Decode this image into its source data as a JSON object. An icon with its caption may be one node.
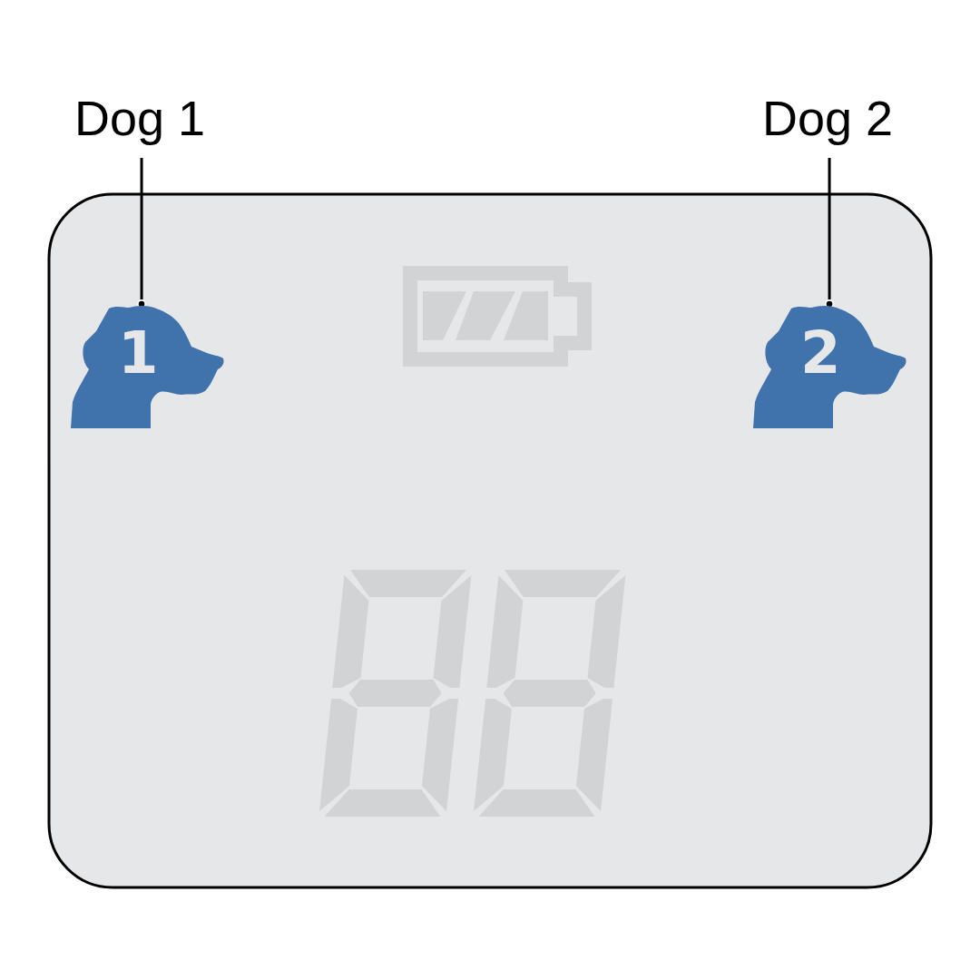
{
  "diagram": {
    "nodes": [
      {
        "text": [
          "Dog 1"
        ]
      },
      {
        "text": [
          "Dog 2"
        ]
      },
      {
        "text": [
          "1"
        ]
      },
      {
        "text": [
          "2"
        ]
      }
    ],
    "edges": [
      {
        "from": 0,
        "to": 2,
        "arrow": "other"
      },
      {
        "from": 1,
        "to": 3,
        "arrow": "other"
      }
    ]
  }
}
